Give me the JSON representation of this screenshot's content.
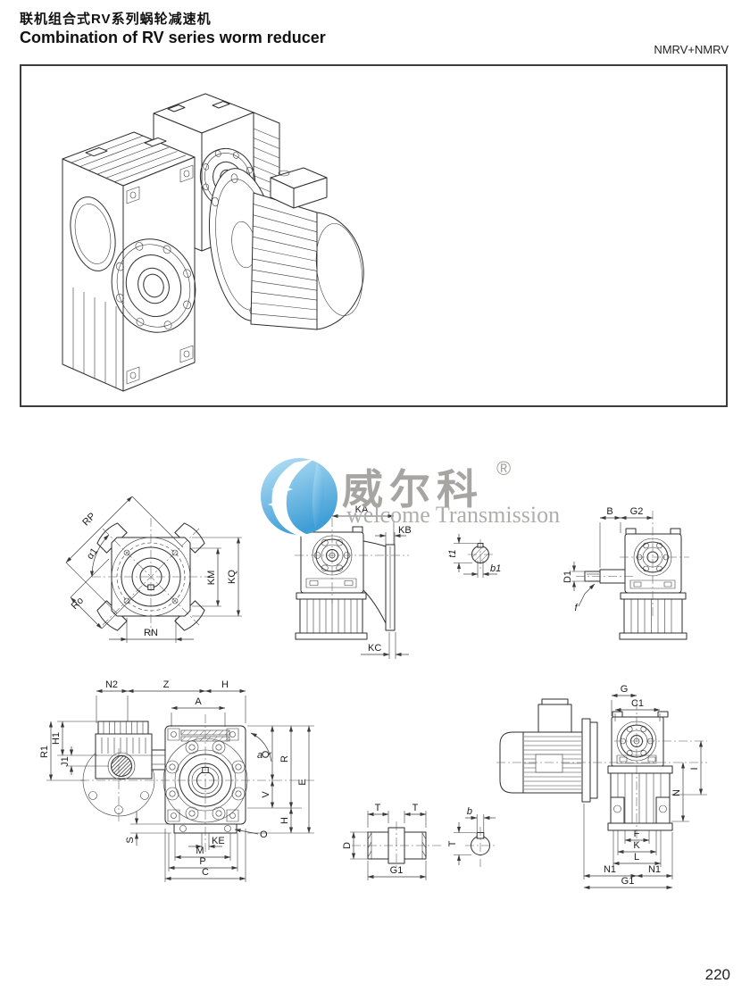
{
  "header": {
    "title_zh": "联机组合式RV系列蜗轮减速机",
    "title_en": "Combination of RV series worm reducer",
    "model": "NMRV+NMRV"
  },
  "watermark": {
    "brand_zh": "威尔科",
    "registered": "®",
    "brand_en": "welcome Transmission"
  },
  "page_number": "220",
  "labels": {
    "d1": {
      "rp": "RP",
      "a1": "α1",
      "ro": "Ro",
      "rn": "RN",
      "km": "KM",
      "kq": "KQ"
    },
    "d2": {
      "ka": "KA",
      "kb": "KB",
      "kc": "KC"
    },
    "d3": {
      "t1": "t1",
      "b1": "b1"
    },
    "d4": {
      "b": "B",
      "g2": "G2",
      "d1": "D1",
      "f": "f"
    },
    "d5": {
      "n2": "N2",
      "z": "Z",
      "h_top": "H",
      "a": "A",
      "h1": "H1",
      "r1": "R1",
      "j1": "J1",
      "s": "S",
      "ke": "KE",
      "m": "M",
      "p": "P",
      "c": "C",
      "angle_a": "a",
      "q": "Q",
      "r": "R",
      "e": "E",
      "v": "V",
      "h_right": "H",
      "o": "O"
    },
    "d6": {
      "t_left": "T",
      "t_right": "T",
      "d": "D",
      "g1": "G1"
    },
    "d7": {
      "b": "b",
      "t": "T"
    },
    "d8": {
      "g": "G",
      "c1": "C1",
      "i": "I",
      "n": "N",
      "f": "F",
      "k": "K",
      "l": "L",
      "n1_left": "N1",
      "n1_right": "N1",
      "g1": "G1"
    }
  }
}
